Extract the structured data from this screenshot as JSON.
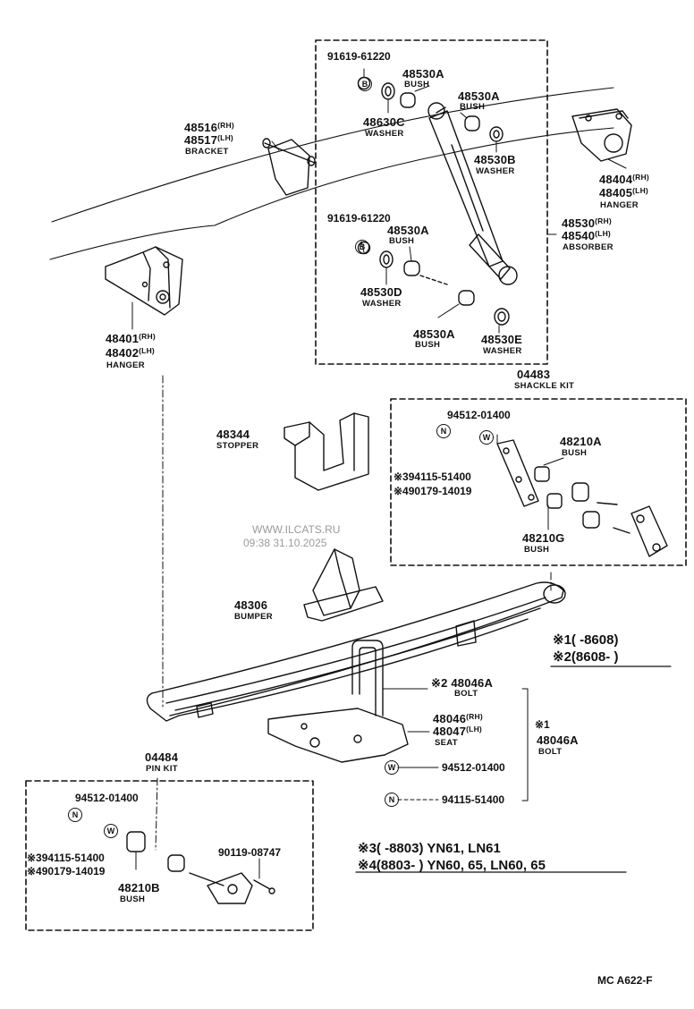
{
  "title": "",
  "labels": {
    "p91619_top": "91619-61220",
    "p48530A_1": "48530A",
    "bush_1": "BUSH",
    "p48530A_2": "48530A",
    "bush_2": "BUSH",
    "p48630C": "48630C",
    "washer_c": "WASHER",
    "p48530B": "48530B",
    "washer_b": "WASHER",
    "p48516": "48516",
    "p48516_suf": "(RH)",
    "p48517": "48517",
    "p48517_suf": "(LH)",
    "bracket": "BRACKET",
    "p48404": "48404",
    "p48404_suf": "(RH)",
    "p48405": "48405",
    "p48405_suf": "(LH)",
    "hanger_r": "HANGER",
    "p91619_mid": "91619-61220",
    "p48530A_3": "48530A",
    "bush_3": "BUSH",
    "p48530": "48530",
    "p48530_suf": "(RH)",
    "p48540": "48540",
    "p48540_suf": "(LH)",
    "absorber": "ABSORBER",
    "p48530D": "48530D",
    "washer_d": "WASHER",
    "p48530A_4": "48530A",
    "bush_4": "BUSH",
    "p48530E": "48530E",
    "washer_e": "WASHER",
    "p48401": "48401",
    "p48401_suf": "(RH)",
    "p48402": "48402",
    "p48402_suf": "(LH)",
    "hanger_l": "HANGER",
    "p04483": "04483",
    "shackle_kit": "SHACKLE KIT",
    "p94512_a": "94512-01400",
    "p48210A": "48210A",
    "bush_5": "BUSH",
    "p394115_a": "※394115-51400",
    "p490179_a": "※490179-14019",
    "p48210G": "48210G",
    "bush_6": "BUSH",
    "p48344": "48344",
    "stopper": "STOPPER",
    "p48306": "48306",
    "bumper": "BUMPER",
    "watermark_1": "WWW.ILCATS.RU",
    "watermark_2": "09:38 31.10.2025",
    "note1": "※1(      -8608)",
    "note2": "※2(8608-       )",
    "p48046A_2": "※2 48046A",
    "bolt_1": "BOLT",
    "p48046": "48046",
    "p48046_suf": "(RH)",
    "p48047": "48047",
    "p48047_suf": "(LH)",
    "seat": "SEAT",
    "mark_1": "※1",
    "p48046A_1": "48046A",
    "bolt_2": "BOLT",
    "p94512_b": "94512-01400",
    "p94115": "94115-51400",
    "p04484": "04484",
    "pin_kit": "PIN KIT",
    "p94512_c": "94512-01400",
    "p394115_b": "※394115-51400",
    "p490179_b": "※490179-14019",
    "p48210B": "48210B",
    "bush_7": "BUSH",
    "p90119": "90119-08747",
    "note3": "※3(      -8803) YN61, LN61",
    "note4": "※4(8803-       ) YN60, 65, LN60, 65",
    "ref_code": "MC A622-F",
    "sym_B": "B",
    "sym_W": "W",
    "sym_N": "N"
  }
}
